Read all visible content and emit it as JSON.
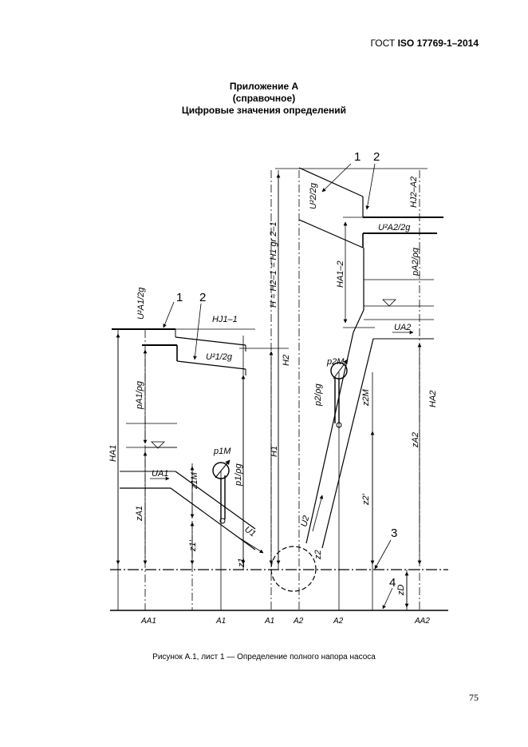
{
  "header": {
    "standard_prefix": "ГОСТ",
    "standard_number": "ISO 17769-1–2014"
  },
  "titles": {
    "annex": "Приложение А",
    "status": "(справочное)",
    "name": "Цифровые значения определений"
  },
  "figure": {
    "caption": "Рисунок А.1, лист 1 — Определение полного напора насоса",
    "callouts": [
      "1",
      "2",
      "1",
      "2",
      "3",
      "4"
    ],
    "labels": {
      "uA1_head": "U²A1/2g",
      "u1_head": "U²1/2g",
      "u2_head": "U²2/2g",
      "uA2_head": "U²A2/2g",
      "pA1_head": "pA1/ρg",
      "p1_head": "p1/ρg",
      "p2_head": "p2/ρg",
      "pA2_head": "pA2/ρg",
      "H_A1": "HA1",
      "H_A2": "HA2",
      "H_1": "H1",
      "H_2": "H2",
      "H_total": "H = H2–1 = H1 gr 2–1",
      "H_A1_2": "HA1–2",
      "H_J1": "HJ1–1",
      "H_J2_A2": "HJ2–A2",
      "z_A1": "zA1",
      "z_A2": "zA2",
      "z_1": "z1",
      "z_1p": "z1'",
      "z_1M": "z1M",
      "z_2": "z2",
      "z_2p": "z2'",
      "z_2M": "z2M",
      "z_D": "zD",
      "p_1M": "p1M",
      "p_2M": "p2M",
      "U_A1": "UA1",
      "U_A2": "UA2",
      "U_1": "U1",
      "U_2": "U2",
      "A_A1": "AA1",
      "A_1a": "A1",
      "A_1b": "A1",
      "A_2a": "A2",
      "A_2b": "A2",
      "A_A2": "AA2"
    }
  },
  "page_number": "75"
}
